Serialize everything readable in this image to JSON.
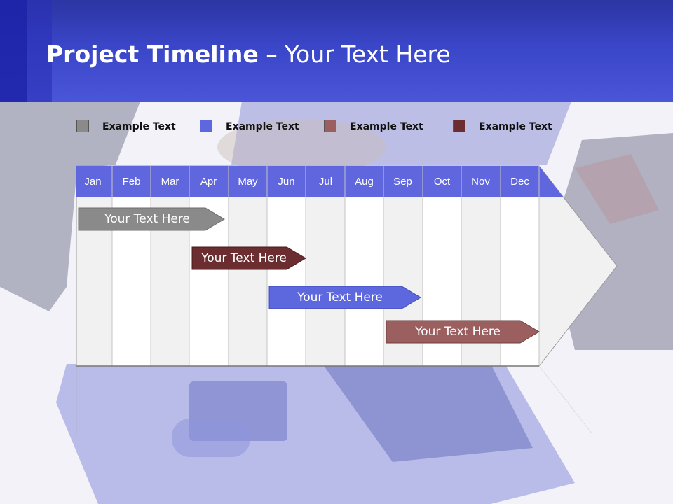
{
  "slide": {
    "title_bold": "Project Timeline",
    "title_rest": " – Your Text Here",
    "colors": {
      "header": "#3f49cc",
      "month_header": "#5f66de",
      "gray": "#8a8a8a",
      "blue": "#5d67de",
      "rose": "#9a5f5e",
      "maroon": "#6b2d2f"
    }
  },
  "legend": [
    {
      "label": "Example Text",
      "color": "#8a8a8a"
    },
    {
      "label": "Example Text",
      "color": "#5d67de"
    },
    {
      "label": "Example Text",
      "color": "#9a5f5e"
    },
    {
      "label": "Example Text",
      "color": "#6b2d2f"
    }
  ],
  "timeline": {
    "months": [
      "Jan",
      "Feb",
      "Mar",
      "Apr",
      "May",
      "Jun",
      "Jul",
      "Aug",
      "Sep",
      "Oct",
      "Nov",
      "Dec"
    ],
    "tasks": [
      {
        "label": "Your  Text Here",
        "color": "#8a8a8a"
      },
      {
        "label": "Your  Text Here",
        "color": "#6b2d2f"
      },
      {
        "label": "Your  Text Here",
        "color": "#5d67de"
      },
      {
        "label": "Your  Text Here",
        "color": "#9a5f5e"
      }
    ]
  }
}
